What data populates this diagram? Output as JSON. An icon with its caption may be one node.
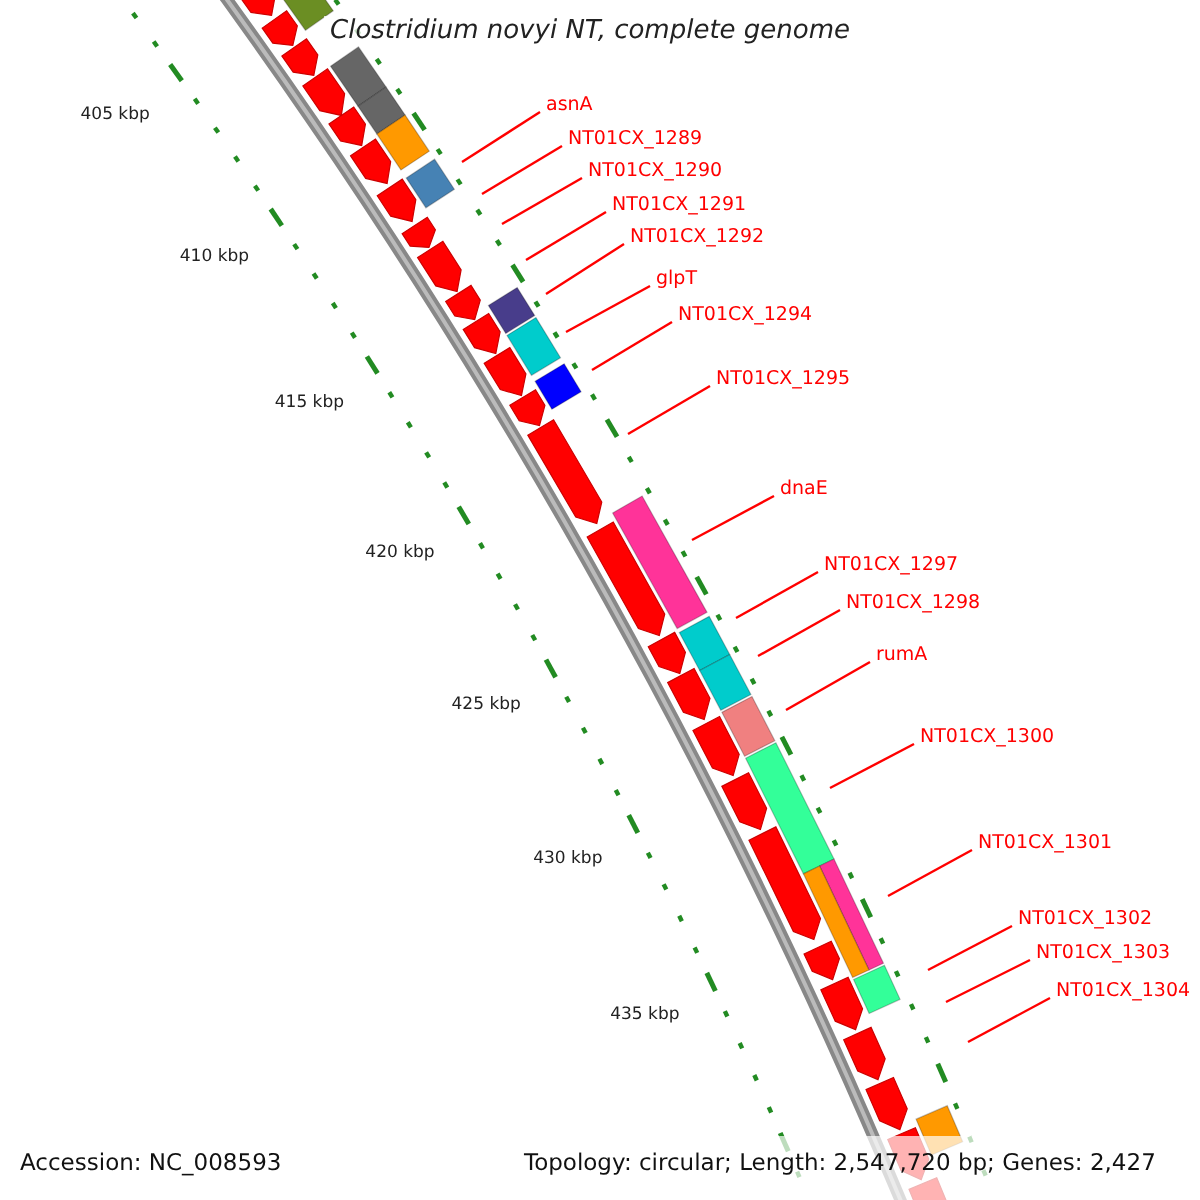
{
  "diagram": {
    "title": "Clostridium novyi NT, complete genome",
    "nodes": [
      {
        "text": [
          "asnA"
        ]
      },
      {
        "text": [
          "NT01CX_1289"
        ]
      },
      {
        "text": [
          "NT01CX_1290"
        ]
      },
      {
        "text": [
          "NT01CX_1291"
        ]
      },
      {
        "text": [
          "NT01CX_1292"
        ]
      },
      {
        "text": [
          "glpT"
        ]
      },
      {
        "text": [
          "NT01CX_1294"
        ]
      },
      {
        "text": [
          "NT01CX_1295"
        ]
      },
      {
        "text": [
          "dnaE"
        ]
      },
      {
        "text": [
          "NT01CX_1297"
        ]
      },
      {
        "text": [
          "NT01CX_1298"
        ]
      },
      {
        "text": [
          "rumA"
        ]
      },
      {
        "text": [
          "NT01CX_1300"
        ]
      },
      {
        "text": [
          "NT01CX_1301"
        ]
      },
      {
        "text": [
          "NT01CX_1302"
        ]
      },
      {
        "text": [
          "NT01CX_1303"
        ]
      },
      {
        "text": [
          "NT01CX_1304"
        ]
      }
    ],
    "edges": [
      {
        "from": 0,
        "to": null,
        "arrow": "none"
      },
      {
        "from": 1,
        "to": null,
        "arrow": "none"
      },
      {
        "from": 2,
        "to": null,
        "arrow": "none"
      },
      {
        "from": 3,
        "to": null,
        "arrow": "none"
      },
      {
        "from": 4,
        "to": null,
        "arrow": "none"
      },
      {
        "from": 5,
        "to": null,
        "arrow": "none"
      },
      {
        "from": 6,
        "to": null,
        "arrow": "none"
      },
      {
        "from": 7,
        "to": null,
        "arrow": "none"
      },
      {
        "from": 8,
        "to": null,
        "arrow": "none"
      },
      {
        "from": 9,
        "to": null,
        "arrow": "none"
      },
      {
        "from": 10,
        "to": null,
        "arrow": "none"
      },
      {
        "from": 11,
        "to": null,
        "arrow": "none"
      },
      {
        "from": 12,
        "to": null,
        "arrow": "none"
      },
      {
        "from": 13,
        "to": null,
        "arrow": "none"
      },
      {
        "from": 14,
        "to": null,
        "arrow": "none"
      },
      {
        "from": 15,
        "to": null,
        "arrow": "none"
      },
      {
        "from": 16,
        "to": null,
        "arrow": "none"
      }
    ],
    "labels": [
      "405 kbp",
      "410 kbp",
      "415 kbp",
      "420 kbp",
      "425 kbp",
      "430 kbp",
      "435 kbp",
      "Accession: NC_008593",
      "Topology: circular; Length: 2,547,720 bp; Genes: 2,427"
    ]
  }
}
